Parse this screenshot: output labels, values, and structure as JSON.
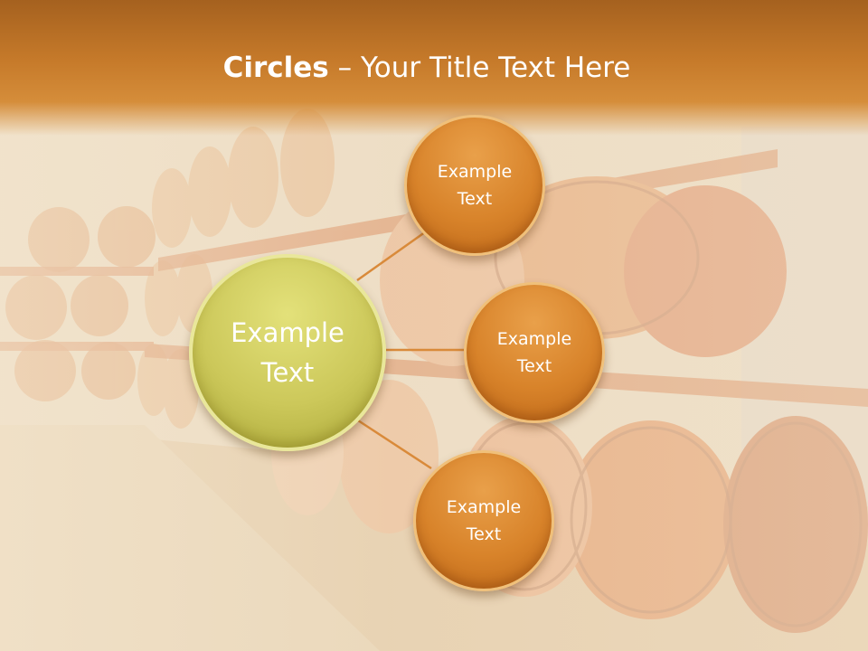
{
  "slide": {
    "title_bold": "Circles",
    "title_rest": " – Your Title Text Here"
  },
  "diagram": {
    "center": {
      "label": "Example\nText",
      "color": "#ccc85a"
    },
    "nodes": [
      {
        "label": "Example\nText",
        "color": "#d8832a"
      },
      {
        "label": "Example\nText",
        "color": "#d8832a"
      },
      {
        "label": "Example\nText",
        "color": "#d8832a"
      }
    ],
    "connector_color": "#d98a3a"
  },
  "theme": {
    "title_band_color": "#c67a2a",
    "background_scene": "wine-barrel-cellar"
  }
}
